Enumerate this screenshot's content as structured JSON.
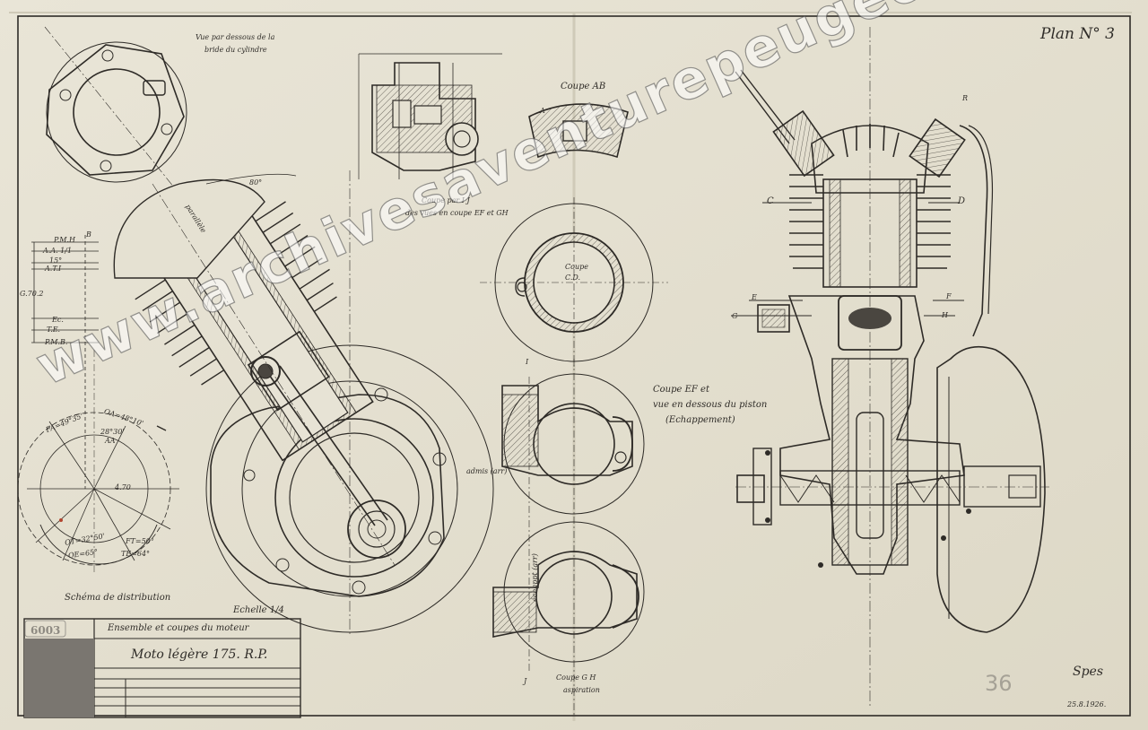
{
  "sheet": {
    "plan_number": "Plan N° 3",
    "date": "25.8.1926.",
    "signature": "Spes",
    "pencil_number": "36",
    "archive_stamp": "6003",
    "scale": "Echelle 1/4"
  },
  "title_block": {
    "subtitle": "Ensemble et coupes du moteur",
    "title": "Moto légère 175. R.P."
  },
  "labels": {
    "flange_view": [
      "Vue par dessous de la",
      "bride du cylindre"
    ],
    "distribution_scheme": "Schéma de distribution",
    "section_ij": [
      "Coupe par I J",
      "des vues en coupe EF et GH"
    ],
    "section_ab": "Coupe AB",
    "section_cd": [
      "Coupe",
      "C.D."
    ],
    "section_ef": [
      "Coupe EF et",
      "vue en dessous du piston",
      "(Echappement)"
    ],
    "section_gh": [
      "Coupe G H",
      "aspiration"
    ],
    "exhaust": "échappt (arr)",
    "admission": "admis (arr)",
    "parallel_note": "parallèle",
    "dim_80": "80°",
    "dist_top": [
      "P.M.H",
      "A.A. 1/1",
      "15°",
      "A.T.I"
    ],
    "dist_g": "G.70.2",
    "dist_bottom": [
      "Ec.",
      "T.E.",
      "P.M.B."
    ],
    "dist_angles": [
      "FA=49°35'",
      "OA=48°10'",
      "28°30'",
      "AA",
      "OT=32°50'",
      "FT=50°",
      "OE=65°",
      "TE=64°",
      "4.70"
    ],
    "section_letters": [
      "A",
      "B",
      "C",
      "D",
      "E",
      "F",
      "G",
      "H",
      "I",
      "J",
      "R"
    ]
  },
  "watermark": "www.archivesaventurepeugeotcitroendds.com"
}
